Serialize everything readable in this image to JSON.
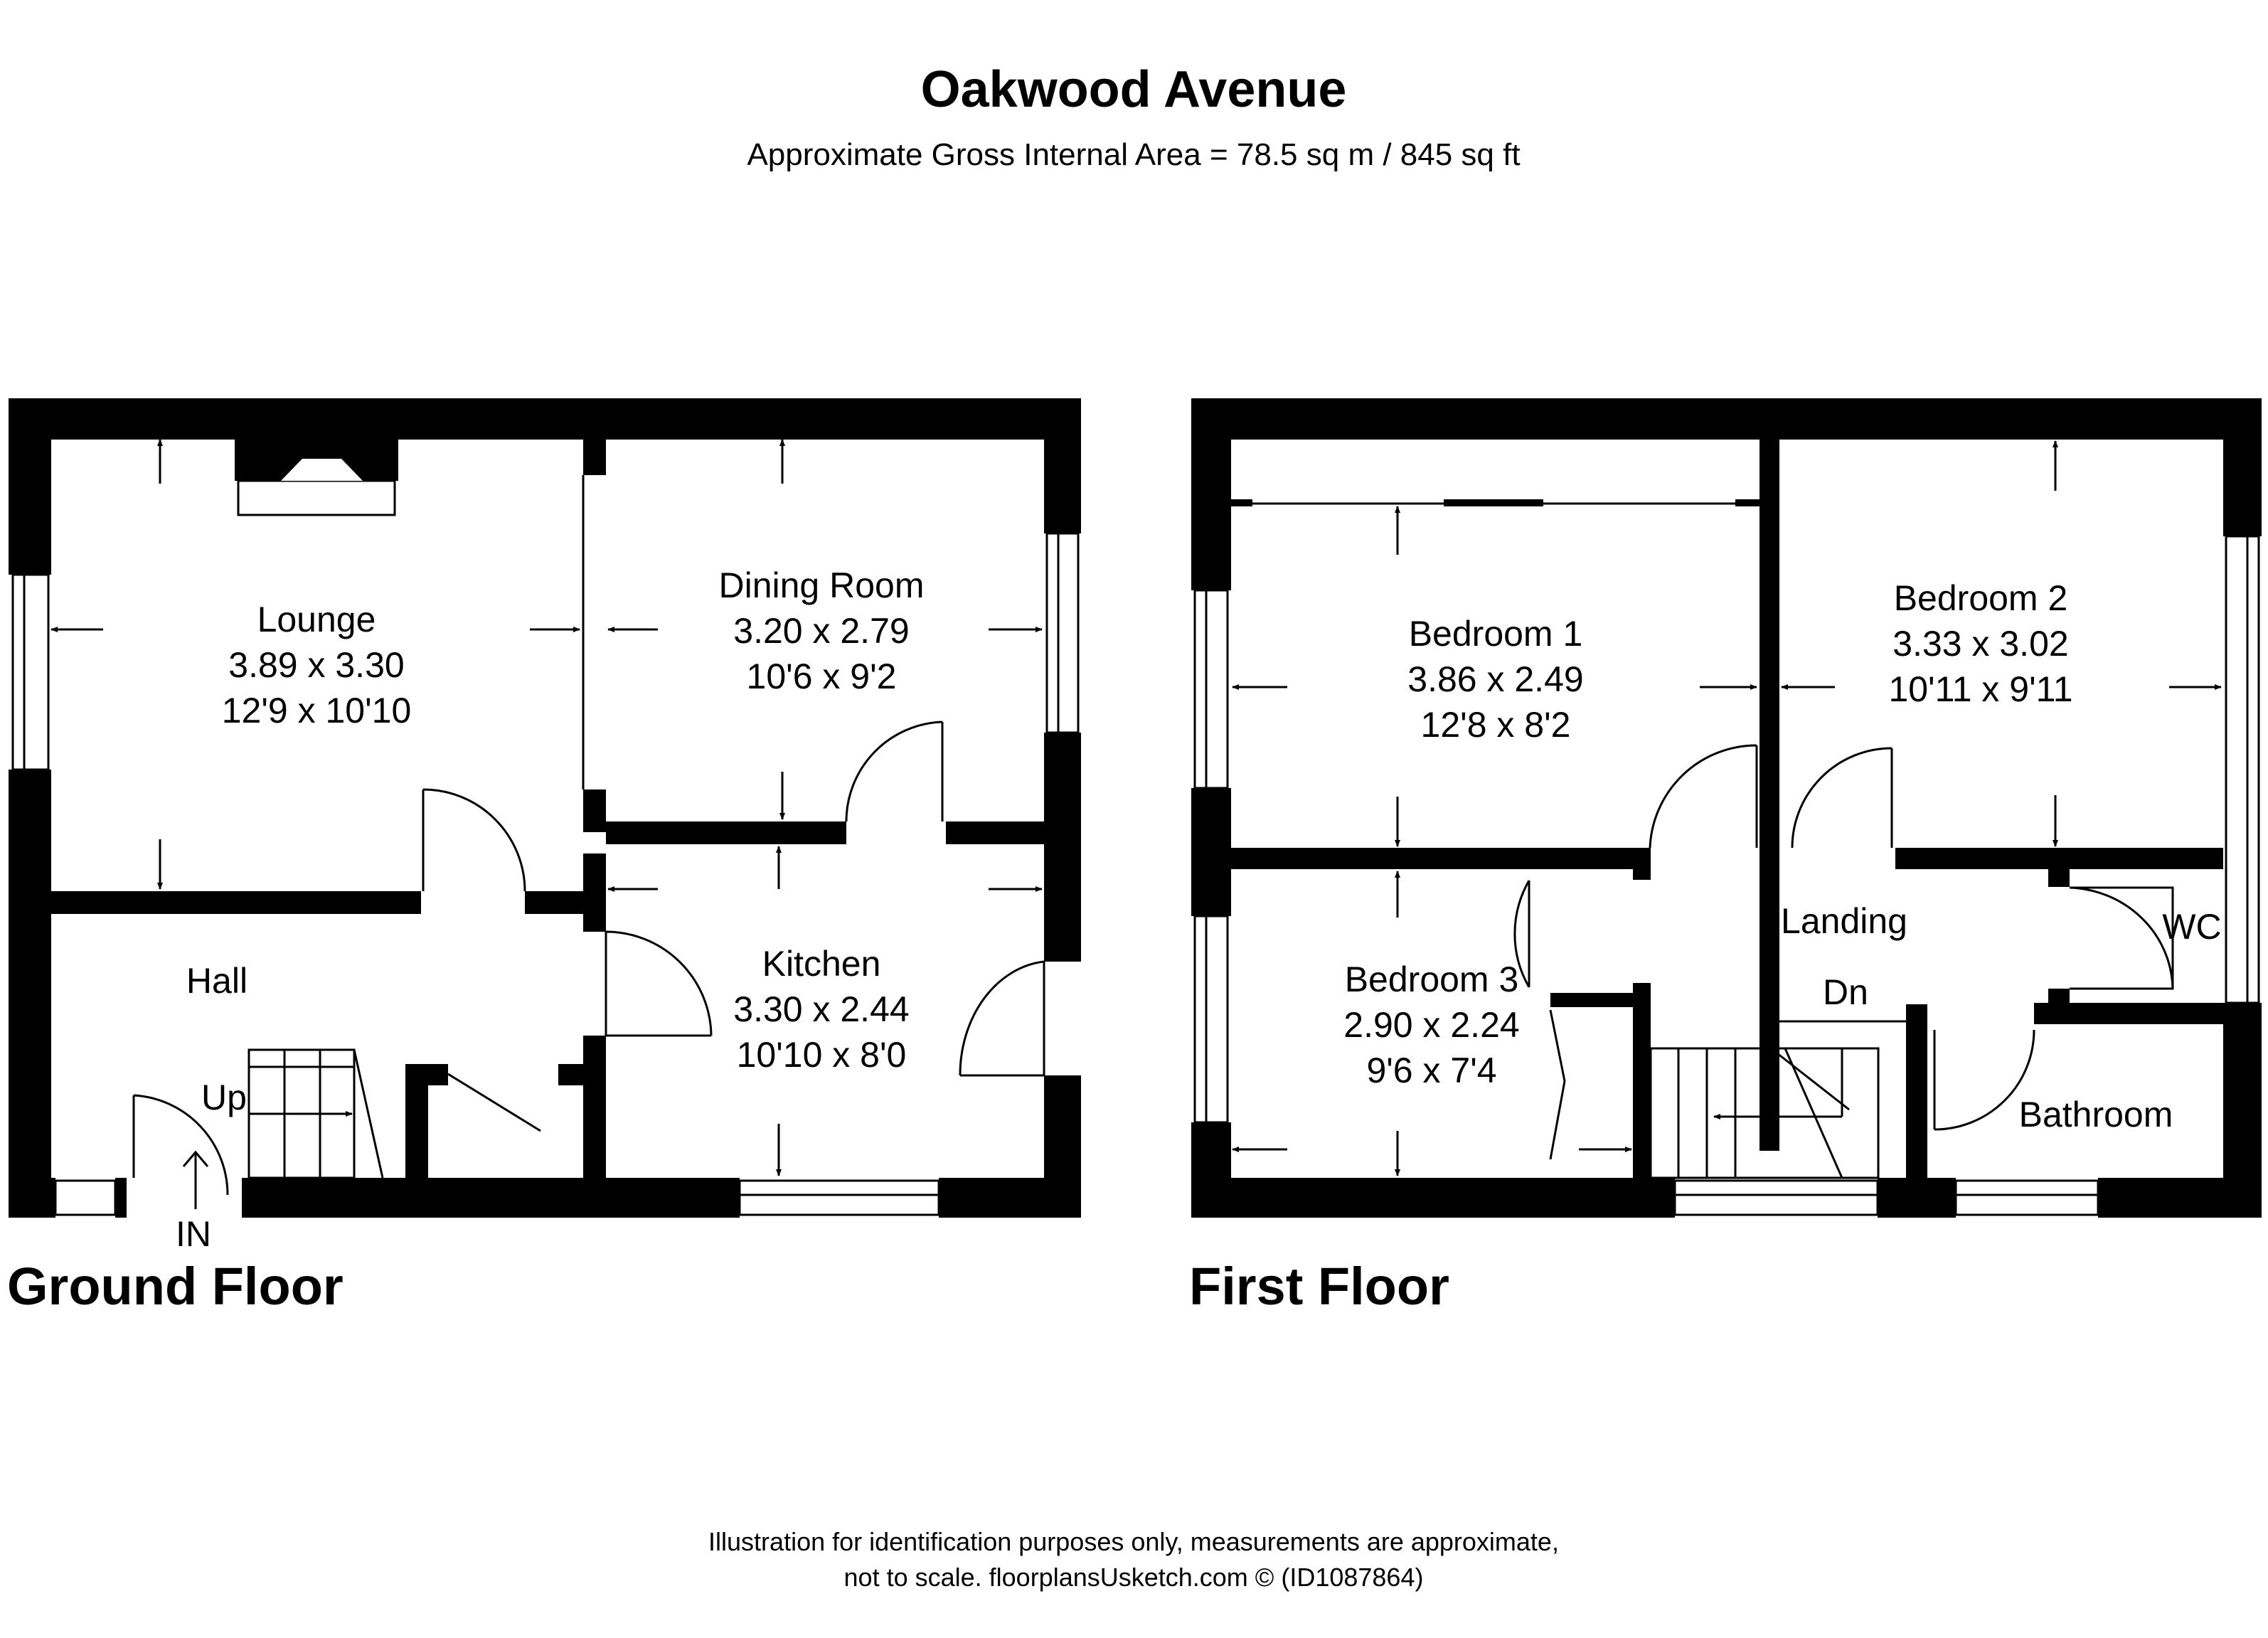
{
  "header": {
    "title": "Oakwood Avenue",
    "subtitle": "Approximate Gross Internal Area = 78.5 sq m / 845 sq ft"
  },
  "ground_floor": {
    "name": "Ground Floor",
    "entrance": "IN",
    "stairs": "Up",
    "rooms": {
      "lounge": {
        "name": "Lounge",
        "metric": "3.89 x 3.30",
        "imperial": "12'9 x 10'10"
      },
      "dining": {
        "name": "Dining Room",
        "metric": "3.20 x 2.79",
        "imperial": "10'6 x 9'2"
      },
      "kitchen": {
        "name": "Kitchen",
        "metric": "3.30 x 2.44",
        "imperial": "10'10 x 8'0"
      },
      "hall": {
        "name": "Hall"
      }
    }
  },
  "first_floor": {
    "name": "First Floor",
    "stairs": "Dn",
    "rooms": {
      "bedroom1": {
        "name": "Bedroom 1",
        "metric": "3.86 x 2.49",
        "imperial": "12'8 x 8'2"
      },
      "bedroom2": {
        "name": "Bedroom 2",
        "metric": "3.33 x 3.02",
        "imperial": "10'11 x 9'11"
      },
      "bedroom3": {
        "name": "Bedroom 3",
        "metric": "2.90 x 2.24",
        "imperial": "9'6 x 7'4"
      },
      "landing": {
        "name": "Landing"
      },
      "wc": {
        "name": "WC"
      },
      "bathroom": {
        "name": "Bathroom"
      }
    }
  },
  "footer": {
    "line1": "Illustration for identification purposes only, measurements are approximate,",
    "line2": "not to scale. floorplansUsketch.com © (ID1087864)"
  }
}
